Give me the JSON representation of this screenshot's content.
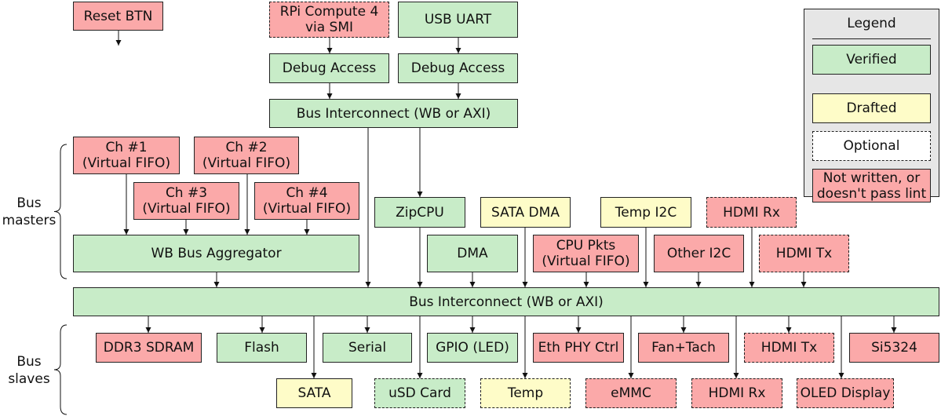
{
  "nodes": {
    "reset_btn": {
      "label": "Reset BTN",
      "status": "red"
    },
    "rpi": {
      "label": "RPi Compute 4\nvia SMI",
      "status": "red",
      "optional": true
    },
    "usb_uart": {
      "label": "USB UART",
      "status": "green"
    },
    "debug_access_1": {
      "label": "Debug Access",
      "status": "green"
    },
    "debug_access_2": {
      "label": "Debug Access",
      "status": "green"
    },
    "bus_interconnect_top": {
      "label": "Bus Interconnect (WB or AXI)",
      "status": "green"
    },
    "ch1": {
      "label": "Ch #1\n(Virtual FIFO)",
      "status": "red"
    },
    "ch2": {
      "label": "Ch #2\n(Virtual FIFO)",
      "status": "red"
    },
    "ch3": {
      "label": "Ch #3\n(Virtual FIFO)",
      "status": "red"
    },
    "ch4": {
      "label": "Ch #4\n(Virtual FIFO)",
      "status": "red"
    },
    "wb_bus_aggregator": {
      "label": "WB Bus Aggregator",
      "status": "green"
    },
    "zipcpu": {
      "label": "ZipCPU",
      "status": "green"
    },
    "dma": {
      "label": "DMA",
      "status": "green"
    },
    "sata_dma": {
      "label": "SATA DMA",
      "status": "yellow"
    },
    "cpu_pkts": {
      "label": "CPU Pkts\n(Virtual FIFO)",
      "status": "red"
    },
    "temp_i2c": {
      "label": "Temp I2C",
      "status": "yellow"
    },
    "other_i2c": {
      "label": "Other I2C",
      "status": "red"
    },
    "hdmi_rx_master": {
      "label": "HDMI Rx",
      "status": "red",
      "optional": true
    },
    "hdmi_tx_master": {
      "label": "HDMI Tx",
      "status": "red",
      "optional": true
    },
    "bus_interconnect_main": {
      "label": "Bus Interconnect (WB or AXI)",
      "status": "green"
    },
    "ddr3": {
      "label": "DDR3 SDRAM",
      "status": "red"
    },
    "flash": {
      "label": "Flash",
      "status": "green"
    },
    "serial": {
      "label": "Serial",
      "status": "green"
    },
    "gpio": {
      "label": "GPIO (LED)",
      "status": "green"
    },
    "eth_phy": {
      "label": "Eth PHY Ctrl",
      "status": "red"
    },
    "fan_tach": {
      "label": "Fan+Tach",
      "status": "red"
    },
    "hdmi_tx_slave": {
      "label": "HDMI Tx",
      "status": "red",
      "optional": true
    },
    "si5324": {
      "label": "Si5324",
      "status": "red"
    },
    "sata": {
      "label": "SATA",
      "status": "yellow"
    },
    "usd_card": {
      "label": "uSD Card",
      "status": "green",
      "optional": true
    },
    "temp": {
      "label": "Temp",
      "status": "yellow",
      "optional": true
    },
    "emmc": {
      "label": "eMMC",
      "status": "red",
      "optional": true
    },
    "hdmi_rx_slave": {
      "label": "HDMI Rx",
      "status": "red",
      "optional": true
    },
    "oled": {
      "label": "OLED Display",
      "status": "red",
      "optional": true
    }
  },
  "groups": {
    "masters": "Bus\nmasters",
    "slaves": "Bus\nslaves"
  },
  "legend": {
    "title": "Legend",
    "items": [
      {
        "label": "Verified",
        "status": "green"
      },
      {
        "label": "Drafted",
        "status": "yellow"
      },
      {
        "label": "Optional",
        "status": "white",
        "optional": true
      },
      {
        "label": "Not written, or\ndoesn't pass lint",
        "status": "red"
      }
    ]
  },
  "edges": [
    [
      "rpi",
      "debug_access_1"
    ],
    [
      "usb_uart",
      "debug_access_2"
    ],
    [
      "debug_access_1",
      "bus_interconnect_top"
    ],
    [
      "debug_access_2",
      "bus_interconnect_top"
    ],
    [
      "bus_interconnect_top",
      "bus_interconnect_main"
    ],
    [
      "bus_interconnect_top",
      "zipcpu"
    ],
    [
      "ch1",
      "wb_bus_aggregator"
    ],
    [
      "ch2",
      "wb_bus_aggregator"
    ],
    [
      "ch3",
      "wb_bus_aggregator"
    ],
    [
      "ch4",
      "wb_bus_aggregator"
    ],
    [
      "wb_bus_aggregator",
      "bus_interconnect_main"
    ],
    [
      "zipcpu",
      "bus_interconnect_main"
    ],
    [
      "dma",
      "bus_interconnect_main"
    ],
    [
      "sata_dma",
      "bus_interconnect_main"
    ],
    [
      "cpu_pkts",
      "bus_interconnect_main"
    ],
    [
      "temp_i2c",
      "bus_interconnect_main"
    ],
    [
      "other_i2c",
      "bus_interconnect_main"
    ],
    [
      "hdmi_rx_master",
      "bus_interconnect_main"
    ],
    [
      "hdmi_tx_master",
      "bus_interconnect_main"
    ],
    [
      "bus_interconnect_main",
      "ddr3"
    ],
    [
      "bus_interconnect_main",
      "flash"
    ],
    [
      "bus_interconnect_main",
      "serial"
    ],
    [
      "bus_interconnect_main",
      "gpio"
    ],
    [
      "bus_interconnect_main",
      "eth_phy"
    ],
    [
      "bus_interconnect_main",
      "fan_tach"
    ],
    [
      "bus_interconnect_main",
      "hdmi_tx_slave"
    ],
    [
      "bus_interconnect_main",
      "si5324"
    ],
    [
      "bus_interconnect_main",
      "sata"
    ],
    [
      "bus_interconnect_main",
      "usd_card"
    ],
    [
      "bus_interconnect_main",
      "temp"
    ],
    [
      "bus_interconnect_main",
      "emmc"
    ],
    [
      "bus_interconnect_main",
      "hdmi_rx_slave"
    ],
    [
      "bus_interconnect_main",
      "oled"
    ]
  ],
  "colors": {
    "green": "#c8ecc8",
    "yellow": "#fefcc8",
    "red": "#fba9a9",
    "white": "#ffffff",
    "legend_bg": "#e6e6e6"
  }
}
